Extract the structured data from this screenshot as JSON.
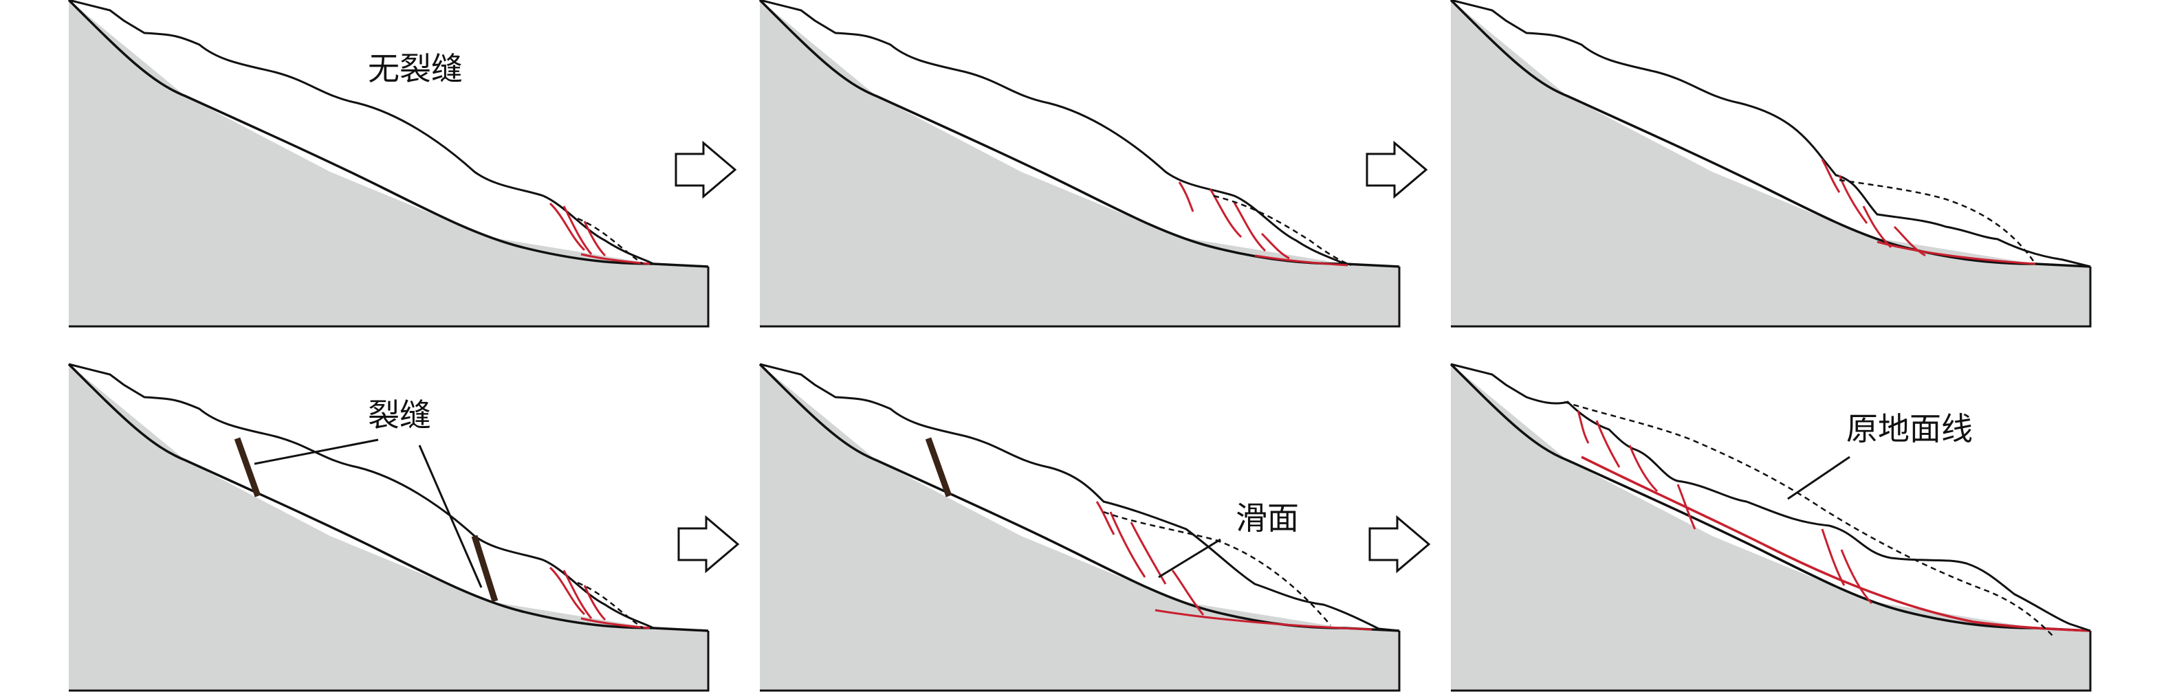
{
  "labels": {
    "no_crack": "无裂缝",
    "crack": "裂缝",
    "slip_surface": "滑面",
    "original_ground_line": "原地面线"
  },
  "colors": {
    "bedrock_fill": "#d4d6d5",
    "outline": "#111111",
    "slip_red": "#c8202f",
    "crack_dark": "#3a2418"
  },
  "panels": [
    {
      "stage": 1,
      "row": 1,
      "column": 1
    },
    {
      "stage": 2,
      "row": 1,
      "column": 2
    },
    {
      "stage": 3,
      "row": 1,
      "column": 3
    },
    {
      "stage": 4,
      "row": 2,
      "column": 1
    },
    {
      "stage": 5,
      "row": 2,
      "column": 2
    },
    {
      "stage": 6,
      "row": 2,
      "column": 3
    }
  ],
  "arrows": [
    {
      "from": 1,
      "to": 2,
      "icon": "right-arrow-icon"
    },
    {
      "from": 2,
      "to": 3,
      "icon": "right-arrow-icon"
    },
    {
      "from": 4,
      "to": 5,
      "icon": "right-arrow-icon"
    },
    {
      "from": 5,
      "to": 6,
      "icon": "right-arrow-icon"
    }
  ]
}
